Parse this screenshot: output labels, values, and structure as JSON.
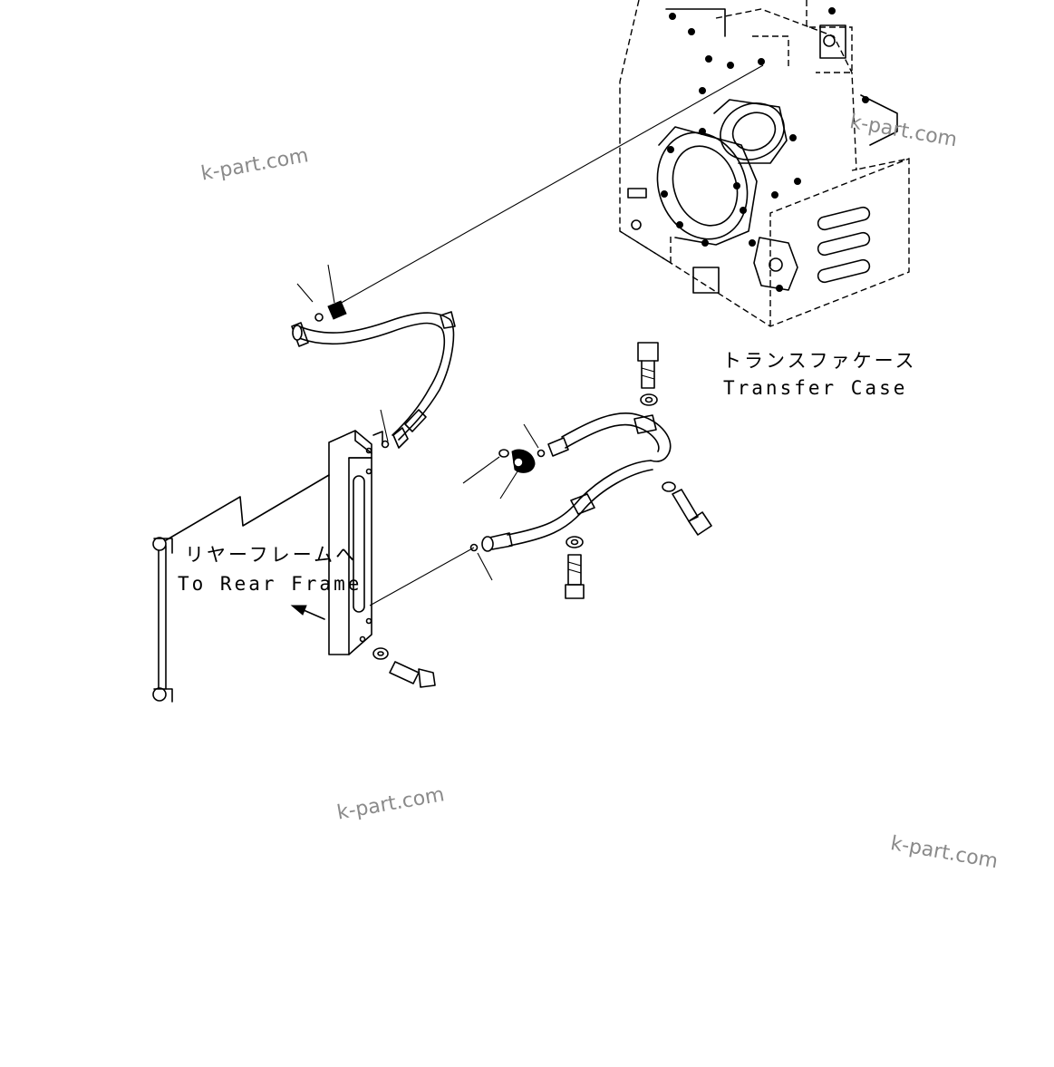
{
  "labels": {
    "transfer_case_jp": "トランスファケース",
    "transfer_case_en": "Transfer Case",
    "rear_frame_jp": "リヤーフレームへ",
    "rear_frame_en": "To Rear Frame"
  },
  "watermarks": [
    "k-part.com",
    "k-part.com",
    "k-part.com",
    "k-part.com"
  ],
  "colors": {
    "line": "#000000",
    "background": "#ffffff",
    "watermark": "#8a8a8a"
  }
}
